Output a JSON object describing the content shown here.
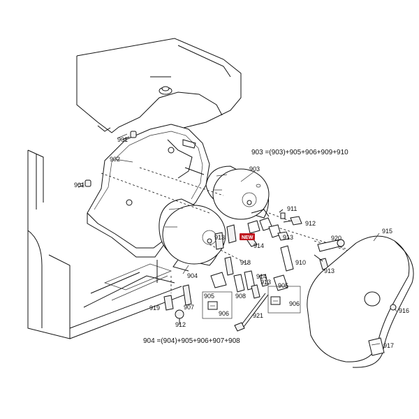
{
  "diagram": {
    "formulas": {
      "f903": "903 =(903)+905+906+909+910",
      "f904": "904 =(904)+905+906+907+908"
    },
    "labels": {
      "l901a": "901",
      "l901b": "901",
      "l902": "902",
      "l903": "903",
      "l904": "904",
      "l905a": "905",
      "l905b": "905",
      "l906a": "906",
      "l906b": "906",
      "l907": "907",
      "l908": "908",
      "l910": "910",
      "l911": "911",
      "l912a": "912",
      "l912b": "912",
      "l913a": "913",
      "l913b": "913",
      "l913c": "913",
      "l913d": "913",
      "l914a": "914",
      "l914b": "914",
      "l915": "915",
      "l916": "916",
      "l917": "917",
      "l918": "918",
      "l919": "919",
      "l920": "920",
      "l921": "921"
    },
    "badge": "NEW",
    "colors": {
      "line": "#111111",
      "badge": "#c0181f"
    }
  }
}
